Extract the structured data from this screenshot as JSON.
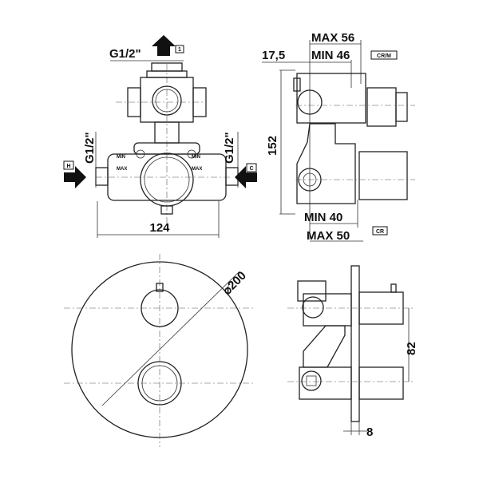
{
  "top_view": {
    "outlet_thread": "G1/2\"",
    "outlet_tag": "1",
    "hot_inlet_thread": "G1/2\"",
    "cold_inlet_thread": "G1/2\"",
    "hot_tag": "H",
    "cold_tag": "C",
    "min_left": "MIN",
    "max_left": "MAX",
    "min_right": "MIN",
    "max_right": "MAX",
    "width_dim": "124"
  },
  "side_view": {
    "max_top": "MAX 56",
    "min_top": "MIN 46",
    "offset_dim": "17,5",
    "finish_top": "CR/M",
    "height_dim": "152",
    "min_bottom": "MIN 40",
    "max_bottom": "MAX 50",
    "finish_bottom": "CR"
  },
  "front_view": {
    "diameter_dim": "⌀200"
  },
  "installed_view": {
    "spacing_dim": "82",
    "plate_dim": "8"
  }
}
